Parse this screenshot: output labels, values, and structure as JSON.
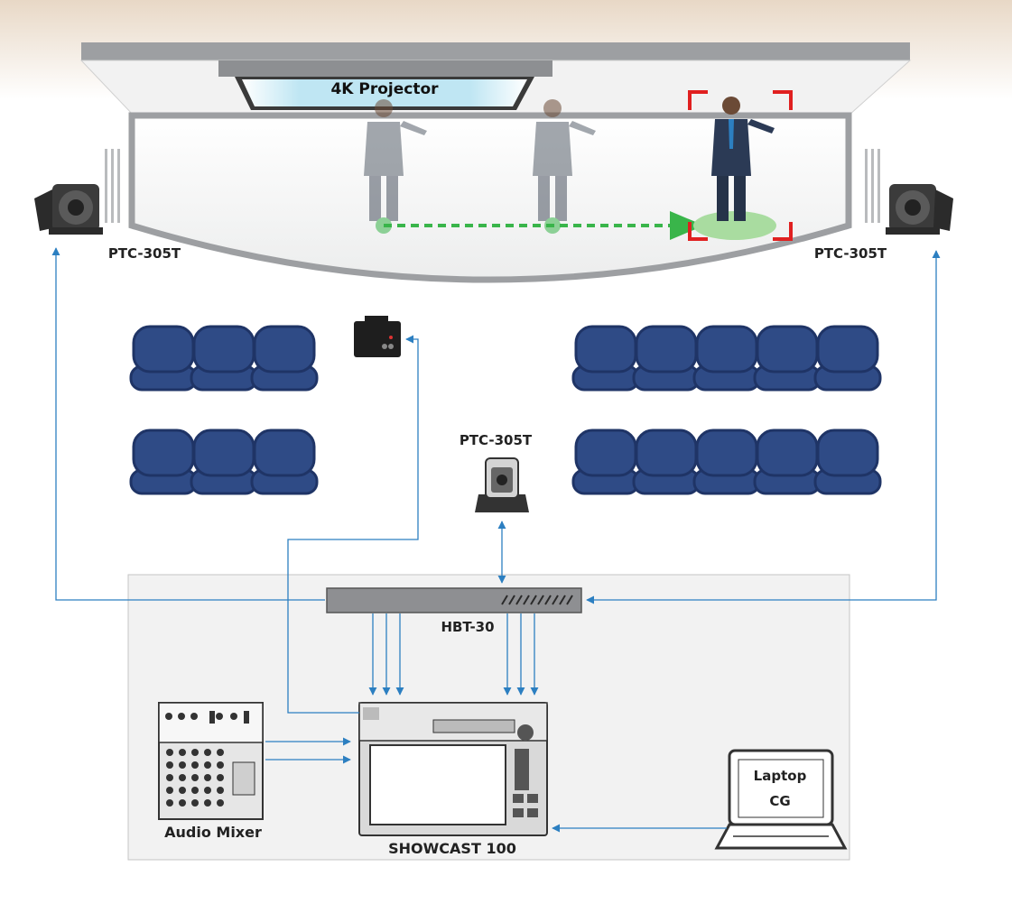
{
  "labels": {
    "projector_screen": "4K Projector",
    "camera_left": "PTC-305T",
    "camera_right": "PTC-305T",
    "camera_center": "PTC-305T",
    "hub": "HBT-30",
    "mixer": "Audio Mixer",
    "switcher": "SHOWCAST 100",
    "laptop_line1": "Laptop",
    "laptop_line2": "CG"
  },
  "colors": {
    "connection": "#2c7fc1",
    "seat": "#2f4b86",
    "seat_dark": "#1f3466",
    "tracking_frame": "#e02020",
    "tracking_path": "#39b54a",
    "stage": "#e9eaeb",
    "ceiling": "#9d9fa2"
  }
}
